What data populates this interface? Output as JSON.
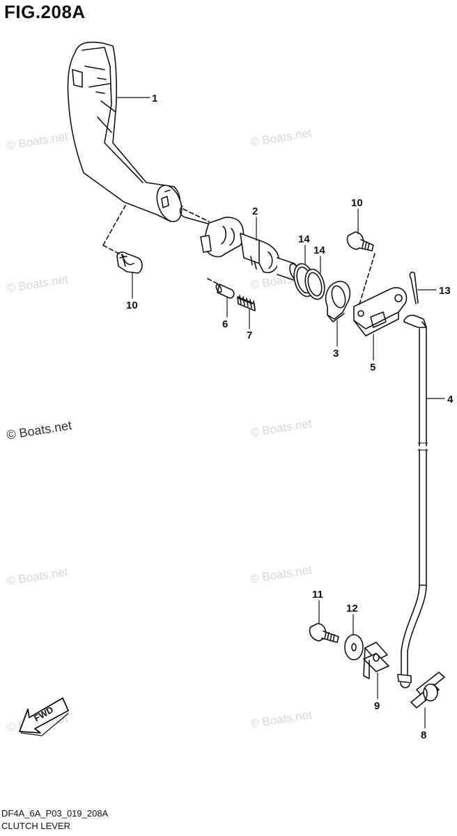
{
  "figure_title": "FIG.208A",
  "footer": {
    "code": "DF4A_6A_P03_019_208A",
    "name": "CLUTCH LEVER"
  },
  "watermark": "© Boats.net",
  "fwd_label": "FWD",
  "callouts": [
    {
      "id": "c1",
      "label": "1"
    },
    {
      "id": "c2",
      "label": "2"
    },
    {
      "id": "c3",
      "label": "3"
    },
    {
      "id": "c4",
      "label": "4"
    },
    {
      "id": "c5",
      "label": "5"
    },
    {
      "id": "c6",
      "label": "6"
    },
    {
      "id": "c7",
      "label": "7"
    },
    {
      "id": "c8",
      "label": "8"
    },
    {
      "id": "c9",
      "label": "9"
    },
    {
      "id": "c10a",
      "label": "10"
    },
    {
      "id": "c10b",
      "label": "10"
    },
    {
      "id": "c11",
      "label": "11"
    },
    {
      "id": "c12",
      "label": "12"
    },
    {
      "id": "c13",
      "label": "13"
    },
    {
      "id": "c14a",
      "label": "14"
    },
    {
      "id": "c14b",
      "label": "14"
    }
  ]
}
